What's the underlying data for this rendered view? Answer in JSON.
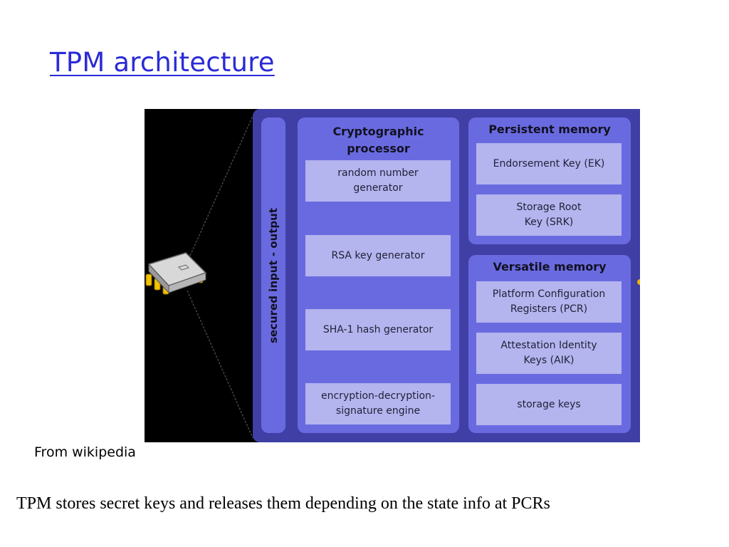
{
  "slide": {
    "title": "TPM architecture",
    "source": "From wikipedia",
    "caption": "TPM stores secret keys and releases them depending on the state info at PCRs"
  },
  "diagram": {
    "io_label": "secured input - output",
    "crypto": {
      "title": "Cryptographic\nprocessor",
      "items": [
        "random number\ngenerator",
        "RSA key generator",
        "SHA-1 hash generator",
        "encryption-decryption-\nsignature engine"
      ]
    },
    "persistent": {
      "title": "Persistent memory",
      "items": [
        "Endorsement Key (EK)",
        "Storage Root\nKey (SRK)"
      ]
    },
    "versatile": {
      "title": "Versatile memory",
      "items": [
        "Platform Configuration\nRegisters (PCR)",
        "Attestation Identity\nKeys (AIK)",
        "storage keys"
      ]
    },
    "colors": {
      "board": "#3f3fa6",
      "panel": "#6a6ae0",
      "box": "#b4b4ee",
      "title": "#2b2bd6"
    },
    "icons": [
      "chip-icon"
    ]
  }
}
